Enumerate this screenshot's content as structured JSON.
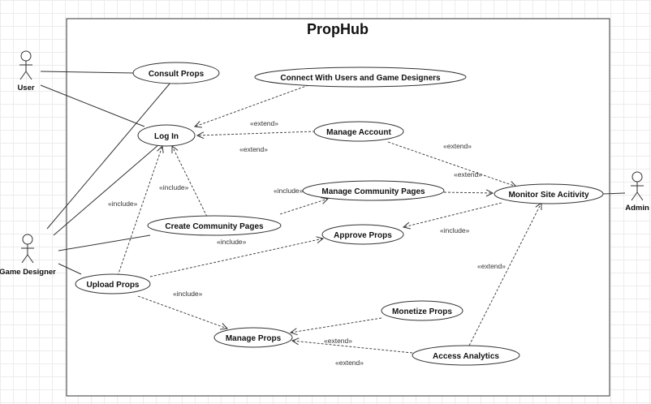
{
  "system": {
    "title": "PropHub"
  },
  "actors": {
    "user": "User",
    "game_designer": "Game Designer",
    "admin": "Admin"
  },
  "use_cases": {
    "consult_props": "Consult Props",
    "connect_users": "Connect With Users and Game Designers",
    "log_in": "Log In",
    "manage_account": "Manage Account",
    "manage_community": "Manage Community Pages",
    "monitor_site": "Monitor Site Acitivity",
    "create_community": "Create Community Pages",
    "approve_props": "Approve Props",
    "upload_props": "Upload Props",
    "monetize_props": "Monetize Props",
    "manage_props": "Manage Props",
    "access_analytics": "Access Analytics"
  },
  "stereotypes": {
    "extend": "«extend»",
    "include": "«include»"
  }
}
